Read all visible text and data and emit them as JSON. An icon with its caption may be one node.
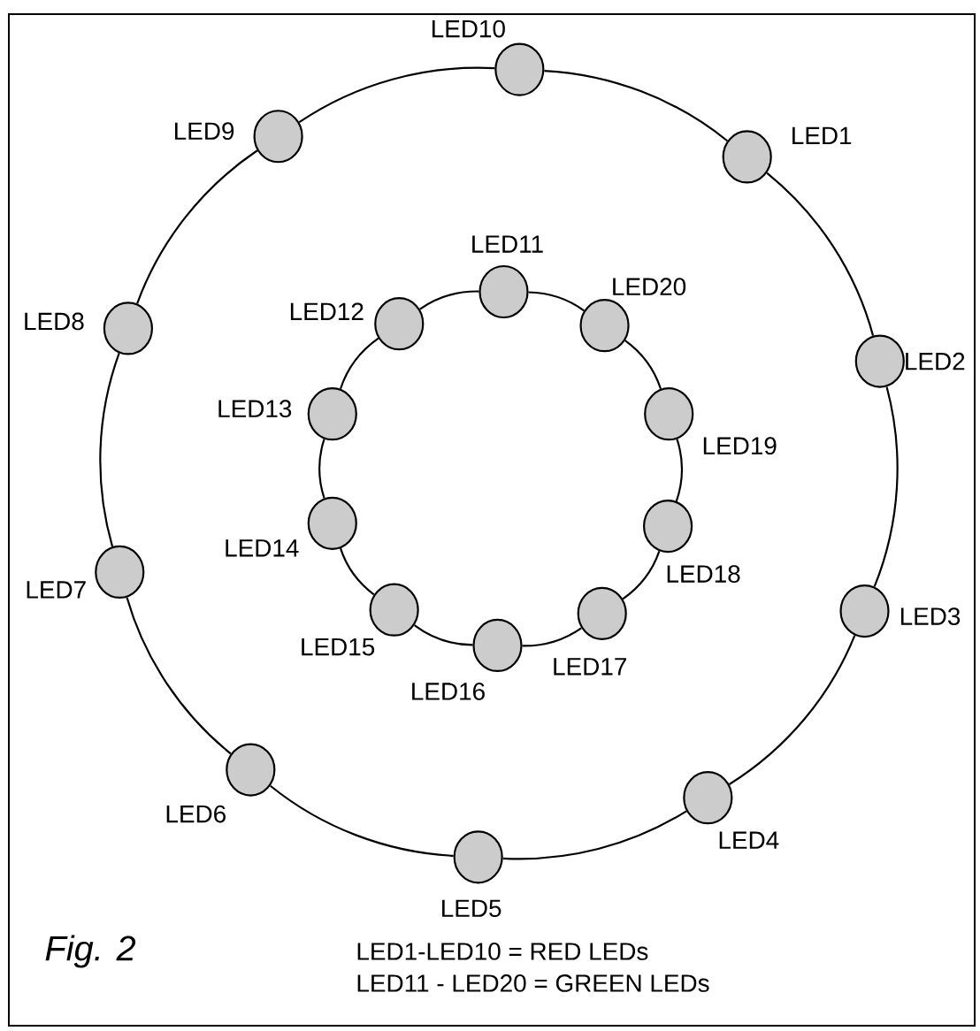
{
  "diagram": {
    "caption": "Fig. 2",
    "nodes": [
      {
        "text": [],
        "shape": "circle",
        "beside": [
          "LED1"
        ]
      },
      {
        "text": [],
        "shape": "circle",
        "beside": [
          "LED2"
        ]
      },
      {
        "text": [],
        "shape": "circle",
        "beside": [
          "LED3"
        ]
      },
      {
        "text": [],
        "shape": "circle",
        "beside": [
          "LED4"
        ]
      },
      {
        "text": [],
        "shape": "circle",
        "beside": [
          "LED5"
        ]
      },
      {
        "text": [],
        "shape": "circle",
        "beside": [
          "LED6"
        ]
      },
      {
        "text": [],
        "shape": "circle",
        "beside": [
          "LED7"
        ]
      },
      {
        "text": [],
        "shape": "circle",
        "beside": [
          "LED8"
        ]
      },
      {
        "text": [],
        "shape": "circle",
        "beside": [
          "LED9"
        ]
      },
      {
        "text": [],
        "shape": "circle",
        "beside": [
          "LED10"
        ]
      },
      {
        "text": [],
        "shape": "circle",
        "beside": [
          "LED11"
        ]
      },
      {
        "text": [],
        "shape": "circle",
        "beside": [
          "LED12"
        ]
      },
      {
        "text": [],
        "shape": "circle",
        "beside": [
          "LED13"
        ]
      },
      {
        "text": [],
        "shape": "circle",
        "beside": [
          "LED14"
        ]
      },
      {
        "text": [],
        "shape": "circle",
        "beside": [
          "LED15"
        ]
      },
      {
        "text": [],
        "shape": "circle",
        "beside": [
          "LED16"
        ]
      },
      {
        "text": [],
        "shape": "circle",
        "beside": [
          "LED17"
        ]
      },
      {
        "text": [],
        "shape": "circle",
        "beside": [
          "LED18"
        ]
      },
      {
        "text": [],
        "shape": "circle",
        "beside": [
          "LED19"
        ]
      },
      {
        "text": [],
        "shape": "circle",
        "beside": [
          "LED20"
        ]
      }
    ],
    "edges": [
      {
        "from": 0,
        "to": 1,
        "arrow": "none"
      },
      {
        "from": 1,
        "to": 2,
        "arrow": "none"
      },
      {
        "from": 2,
        "to": 3,
        "arrow": "none"
      },
      {
        "from": 3,
        "to": 4,
        "arrow": "none"
      },
      {
        "from": 4,
        "to": 5,
        "arrow": "none"
      },
      {
        "from": 5,
        "to": 6,
        "arrow": "none"
      },
      {
        "from": 6,
        "to": 7,
        "arrow": "none"
      },
      {
        "from": 7,
        "to": 8,
        "arrow": "none"
      },
      {
        "from": 8,
        "to": 9,
        "arrow": "none"
      },
      {
        "from": 9,
        "to": 0,
        "arrow": "none"
      },
      {
        "from": 10,
        "to": 11,
        "arrow": "none"
      },
      {
        "from": 11,
        "to": 12,
        "arrow": "none"
      },
      {
        "from": 12,
        "to": 13,
        "arrow": "none"
      },
      {
        "from": 13,
        "to": 14,
        "arrow": "none"
      },
      {
        "from": 14,
        "to": 15,
        "arrow": "none"
      },
      {
        "from": 15,
        "to": 16,
        "arrow": "none"
      },
      {
        "from": 16,
        "to": 17,
        "arrow": "none"
      },
      {
        "from": 17,
        "to": 18,
        "arrow": "none"
      },
      {
        "from": 18,
        "to": 19,
        "arrow": "none"
      },
      {
        "from": 19,
        "to": 10,
        "arrow": "none"
      }
    ],
    "labels": [
      "LED1-LED10 = RED LEDs",
      "LED11 - LED20 = GREEN LEDs"
    ]
  }
}
